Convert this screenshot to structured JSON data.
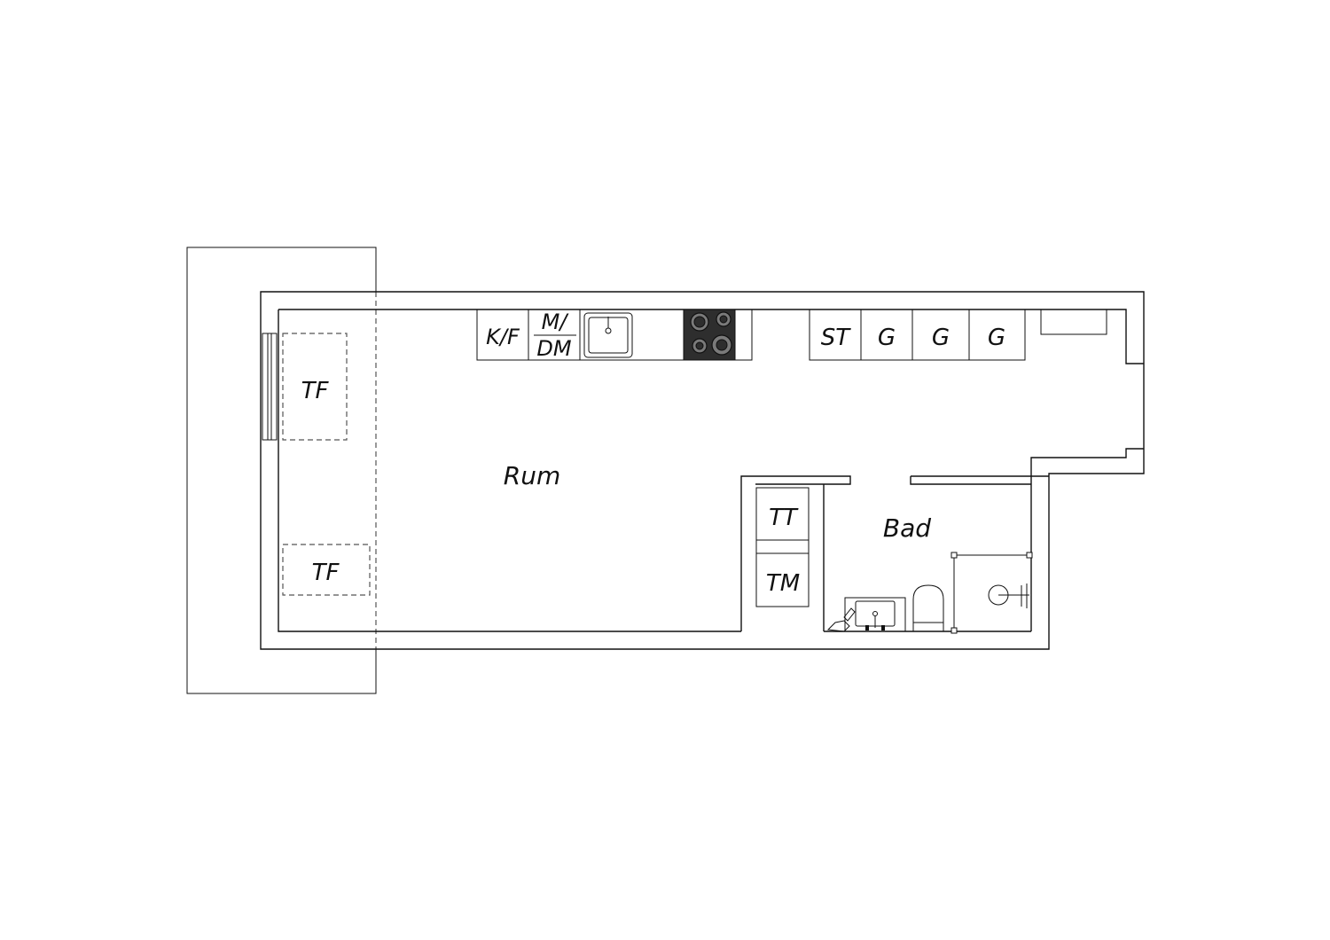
{
  "rooms": {
    "main": "Rum",
    "bathroom": "Bad"
  },
  "kitchen": {
    "fridge_freezer": "K/F",
    "microwave_top": "M/",
    "dishwasher_bottom": "DM"
  },
  "storage": {
    "cabinet_st": "ST",
    "wardrobe_1": "G",
    "wardrobe_2": "G",
    "wardrobe_3": "G"
  },
  "laundry": {
    "dryer": "TT",
    "washer": "TM"
  },
  "balcony": {
    "furniture_1": "TF",
    "furniture_2": "TF"
  },
  "colors": {
    "line": "#111111",
    "dashed": "#555555",
    "hob": "#2e2e2e"
  }
}
